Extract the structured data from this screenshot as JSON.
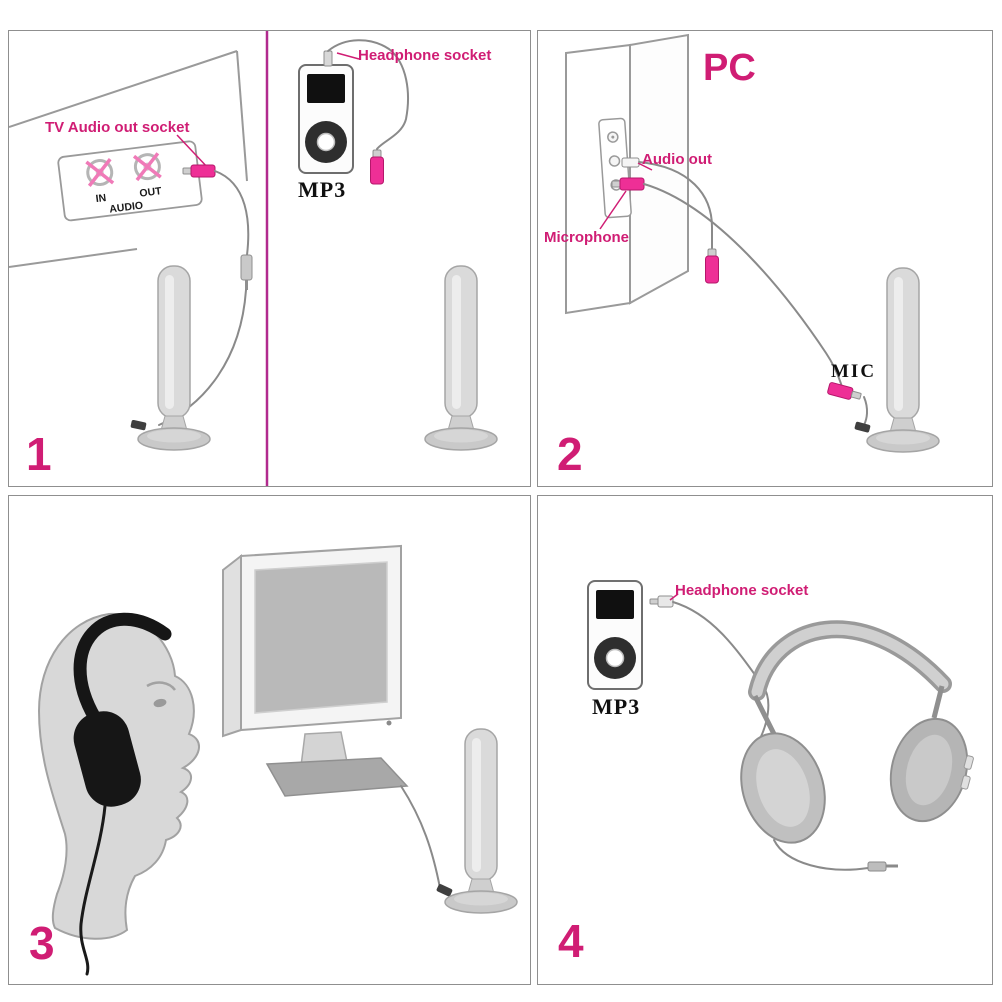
{
  "colors": {
    "accent": "#d01d74",
    "plug_pink": "#ee2f96",
    "panel_divider": "#b12a8e"
  },
  "panel1": {
    "number": "1",
    "tv_socket_label": "TV Audio out socket",
    "headphone_socket_label": "Headphone socket",
    "mp3_label": "MP3",
    "jack_labels": {
      "in": "IN",
      "out": "OUT",
      "audio": "AUDIO"
    }
  },
  "panel2": {
    "number": "2",
    "pc_label": "PC",
    "audio_out_label": "Audio out",
    "microphone_label": "Microphone",
    "mic_plug_label": "MIC"
  },
  "panel3": {
    "number": "3"
  },
  "panel4": {
    "number": "4",
    "headphone_socket_label": "Headphone socket",
    "mp3_label": "MP3"
  }
}
